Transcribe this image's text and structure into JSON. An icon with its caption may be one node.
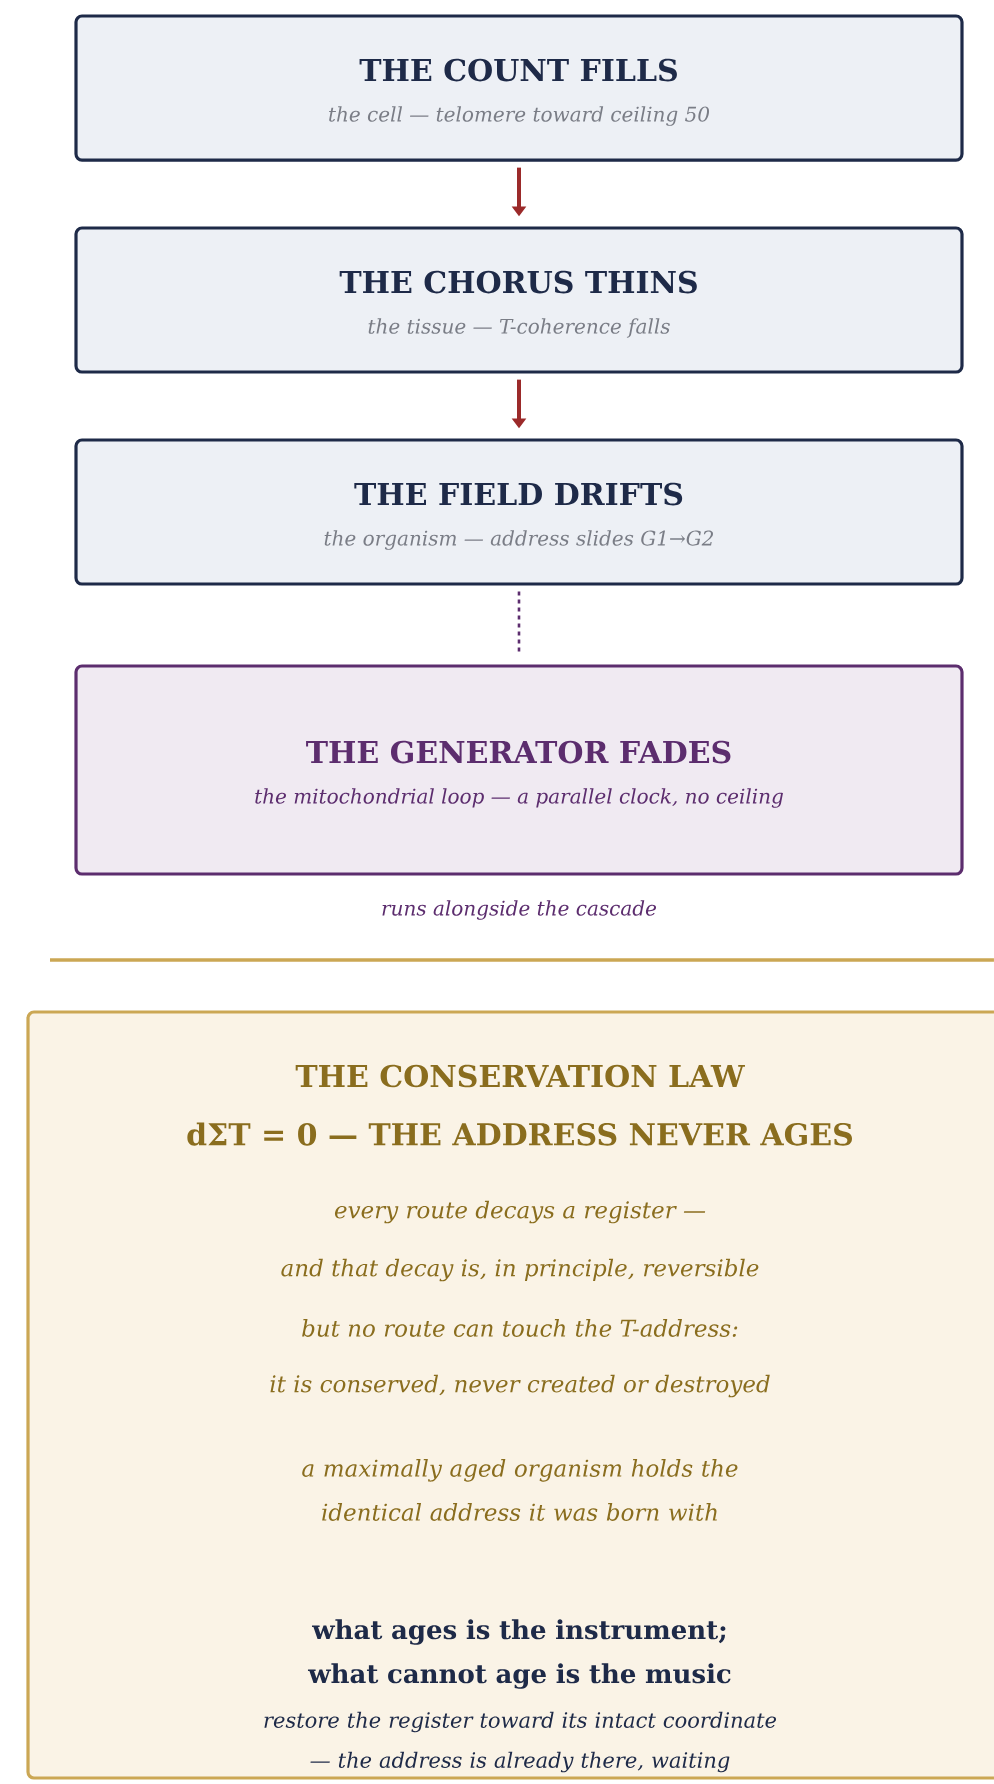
{
  "diagram": {
    "nodes": [
      {
        "text": [
          "THE COUNT FILLS",
          "the cell — telomere toward ceiling 50"
        ]
      },
      {
        "text": [
          "THE CHORUS THINS",
          "the tissue — T-coherence falls"
        ]
      },
      {
        "text": [
          "THE FIELD DRIFTS",
          "the organism — address slides G1→G2"
        ]
      },
      {
        "text": [
          "THE GENERATOR FADES",
          "the mitochondrial loop — a parallel clock, no ceiling"
        ],
        "beside": [
          "runs alongside the cascade"
        ]
      },
      {
        "text": [
          "THE CONSERVATION LAW",
          "dΣT = 0  —  THE ADDRESS NEVER AGES",
          "every route decays a register —",
          "and that decay is, in principle, reversible",
          "but no route can touch the T-address:",
          "it is conserved, never created or destroyed",
          "a maximally aged organism holds the identical address it was born with",
          "what ages is the instrument; what cannot age is the music",
          "restore the register toward its intact coordinate — the address is already there, waiting"
        ]
      }
    ],
    "edges": [
      {
        "from": 0,
        "to": 1,
        "arrow": "to"
      },
      {
        "from": 1,
        "to": 2,
        "arrow": "to"
      },
      {
        "from": 2,
        "to": 3,
        "arrow": "none",
        "style": "dashed",
        "color": "#5c2d6e"
      }
    ]
  }
}
